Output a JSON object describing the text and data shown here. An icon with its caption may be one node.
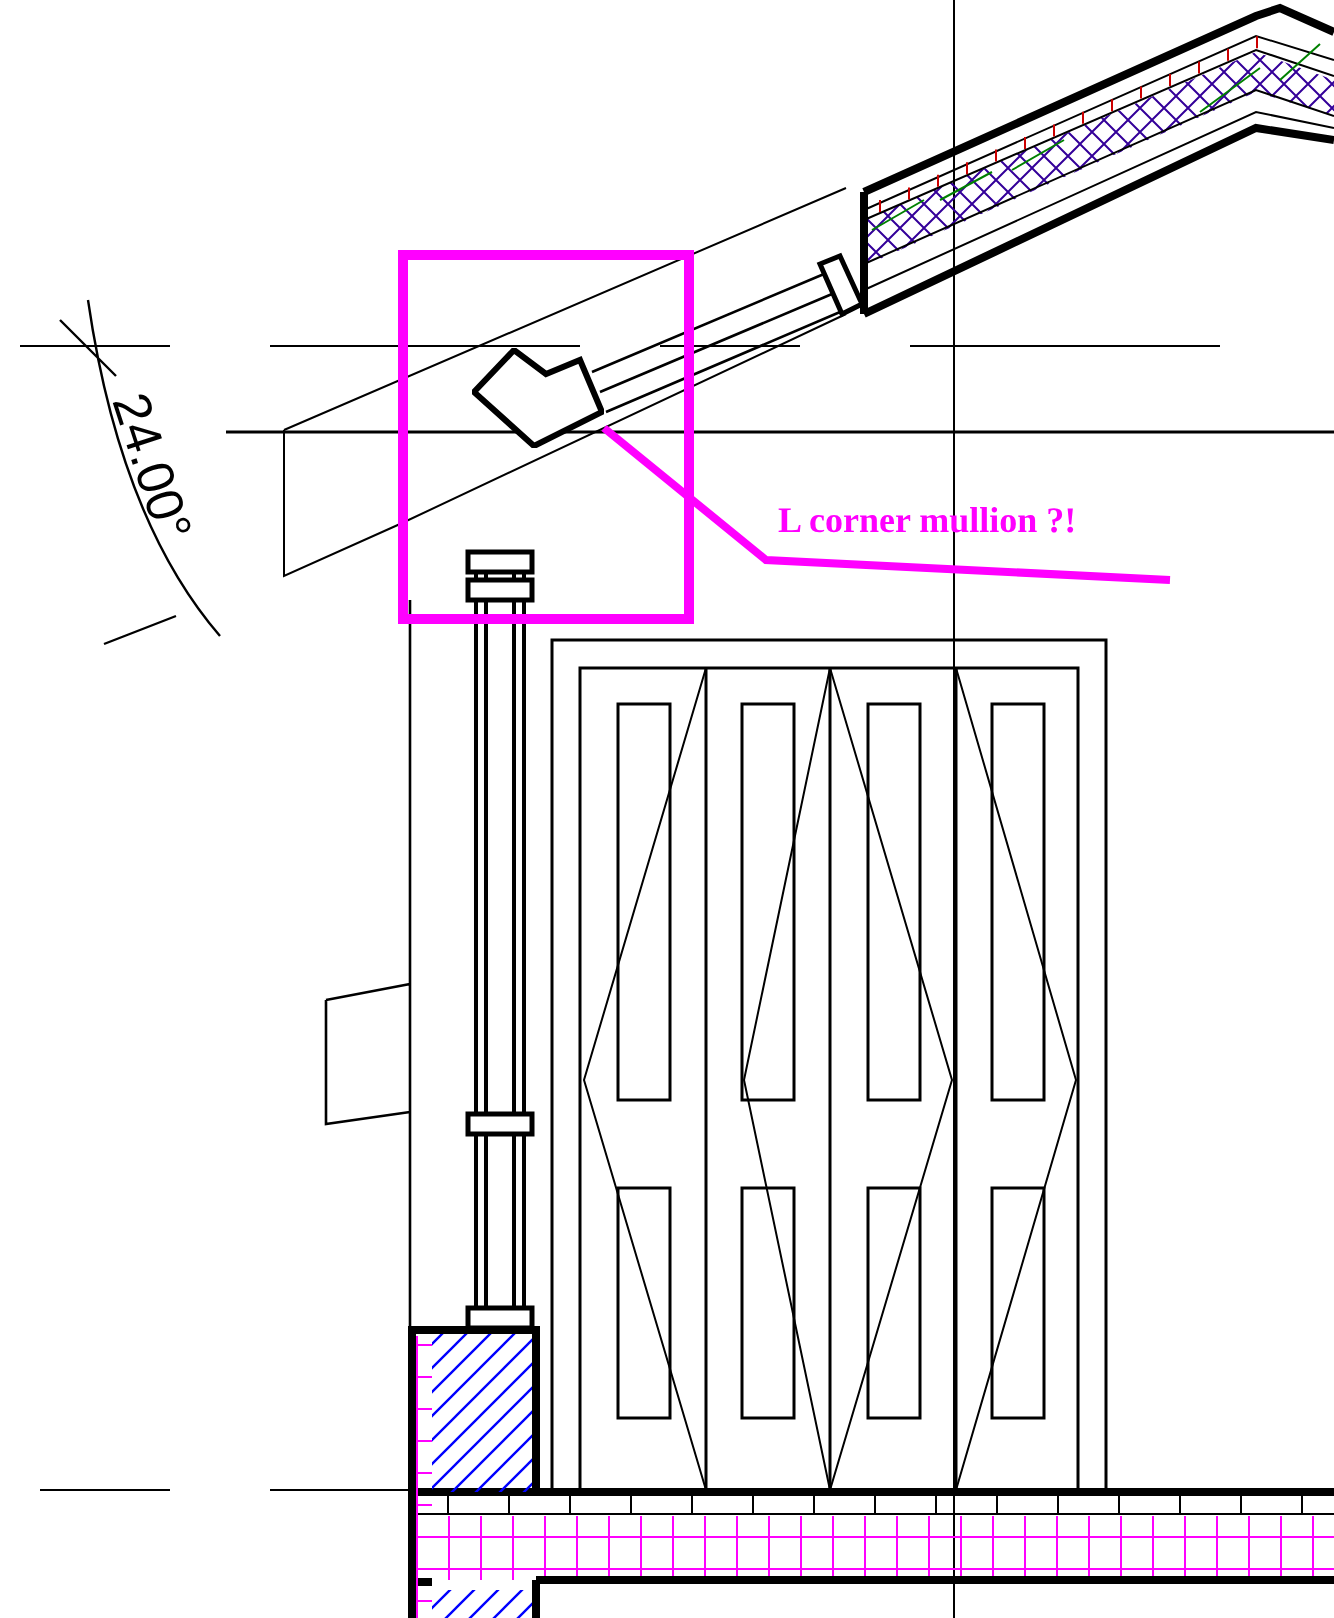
{
  "diagram": {
    "nodes": [
      {
        "text": [
          "L corner mullion ?!"
        ]
      },
      {
        "text": [],
        "shape": "box"
      },
      {
        "text": [],
        "shape": "picture",
        "in": 1
      }
    ],
    "edges": [
      {
        "from": 2,
        "to": 0,
        "arrow": "none",
        "color": "#ff00ff"
      }
    ],
    "labels": [
      "24.00°"
    ]
  }
}
